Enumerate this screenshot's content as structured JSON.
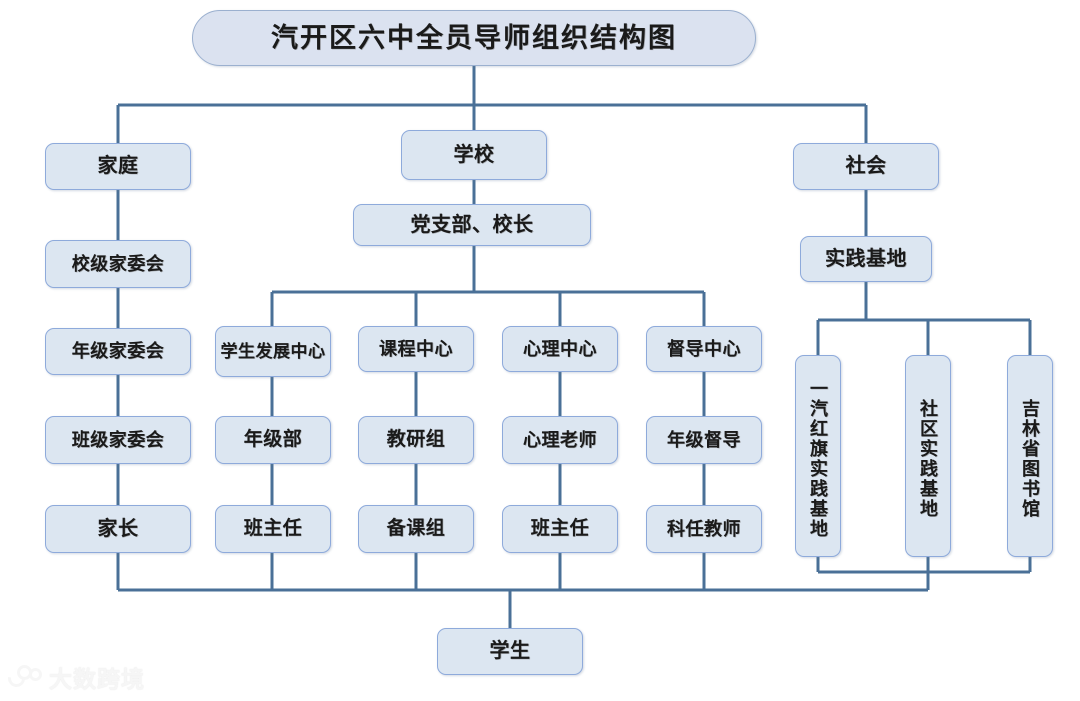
{
  "diagram": {
    "title": "汽开区六中全员导师组织结构图",
    "colors": {
      "node_fill": "#dce6f1",
      "node_border": "#8eaadb",
      "title_fill": "#dbe2f0",
      "wire": "#4a7097",
      "background": "#ffffff"
    },
    "branches": {
      "family": {
        "root": "家庭",
        "chain": [
          "校级家委会",
          "年级家委会",
          "班级家委会",
          "家长"
        ]
      },
      "school": {
        "root": "学校",
        "leader": "党支部、校长",
        "centers": [
          {
            "name": "学生发展中心",
            "chain": [
              "年级部",
              "班主任"
            ]
          },
          {
            "name": "课程中心",
            "chain": [
              "教研组",
              "备课组"
            ]
          },
          {
            "name": "心理中心",
            "chain": [
              "心理老师",
              "班主任"
            ]
          },
          {
            "name": "督导中心",
            "chain": [
              "年级督导",
              "科任教师"
            ]
          }
        ]
      },
      "society": {
        "root": "社会",
        "sub": "实践基地",
        "bases": [
          "一汽红旗实践基地",
          "社区实践基地",
          "吉林省图书馆"
        ]
      }
    },
    "bottom": "学生",
    "watermark": "大数跨境"
  }
}
